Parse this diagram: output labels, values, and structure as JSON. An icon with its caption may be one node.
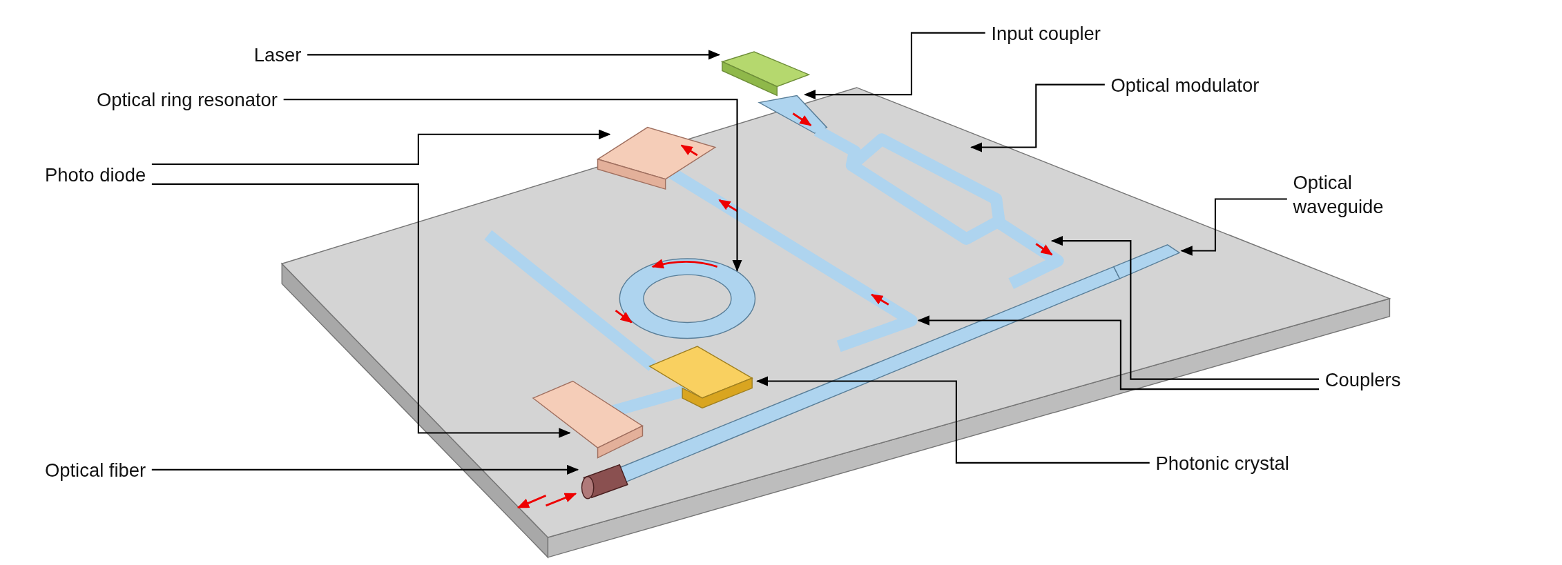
{
  "diagram": {
    "nodes": [
      {
        "text": [
          "Laser"
        ]
      },
      {
        "text": [
          "Input coupler"
        ]
      },
      {
        "text": [
          "Optical ring resonator"
        ]
      },
      {
        "text": [
          "Optical modulator"
        ]
      },
      {
        "text": [
          "Photo diode"
        ]
      },
      {
        "text": [
          "Optical waveguide"
        ]
      },
      {
        "text": [
          "Couplers"
        ]
      },
      {
        "text": [
          "Optical fiber"
        ]
      },
      {
        "text": [
          "Photonic crystal"
        ]
      },
      {
        "text": [],
        "shape": "box"
      },
      {
        "text": [],
        "shape": "triangle"
      },
      {
        "text": [],
        "shape": "box"
      },
      {
        "text": [],
        "shape": "picture"
      },
      {
        "text": [],
        "shape": "circle"
      },
      {
        "text": [],
        "shape": "bar"
      },
      {
        "text": [],
        "shape": "box"
      },
      {
        "text": [],
        "shape": "box"
      },
      {
        "text": [],
        "shape": "cylinder"
      },
      {
        "text": [],
        "shape": "bar"
      },
      {
        "text": [],
        "shape": "bar"
      }
    ],
    "edges": [
      {
        "from": 0,
        "to": 9,
        "arrow": "to"
      },
      {
        "from": 1,
        "to": 10,
        "arrow": "to"
      },
      {
        "from": 2,
        "to": 13,
        "arrow": "to"
      },
      {
        "from": 3,
        "to": 12,
        "arrow": "to"
      },
      {
        "from": 4,
        "to": 11,
        "arrow": "to"
      },
      {
        "from": 4,
        "to": 16,
        "arrow": "to"
      },
      {
        "from": 5,
        "to": 14,
        "arrow": "to"
      },
      {
        "from": 6,
        "to": 18,
        "arrow": "to"
      },
      {
        "from": 6,
        "to": 19,
        "arrow": "to"
      },
      {
        "from": 7,
        "to": 17,
        "arrow": "to"
      },
      {
        "from": 8,
        "to": 15,
        "arrow": "to"
      }
    ]
  }
}
